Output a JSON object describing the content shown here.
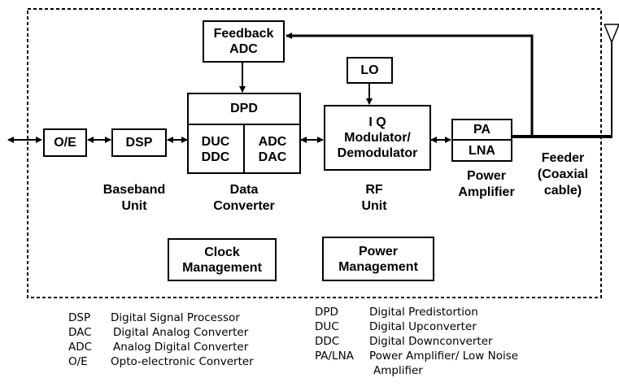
{
  "blocks": {
    "oe": "O/E",
    "dsp": "DSP",
    "feedback_adc": "Feedback\nADC",
    "dpd": "DPD",
    "duc_ddc": "DUC\nDDC",
    "adc_dac": "ADC\nDAC",
    "lo": "LO",
    "iq_modulator": "I Q\nModulator/\nDemodulator",
    "pa": "PA",
    "lna": "LNA",
    "clock_management": "Clock\nManagement",
    "power_management": "Power\nManagement"
  },
  "labels": {
    "baseband_unit": "Baseband\nUnit",
    "data_converter": "Data\nConverter",
    "rf_unit": "RF\nUnit",
    "power_amplifier": "Power\nAmplifier",
    "feeder": "Feeder\n(Coaxial\ncable)"
  },
  "legend_left": [
    {
      "abbr": "DSP",
      "desc": "Digital Signal Processor"
    },
    {
      "abbr": "DAC",
      "desc": "Digital Analog Converter"
    },
    {
      "abbr": "ADC",
      "desc": "Analog Digital Converter"
    },
    {
      "abbr": "O/E",
      "desc": "Opto-electronic Converter"
    }
  ],
  "legend_right": [
    {
      "abbr": "DPD",
      "desc": "Digital Predistortion"
    },
    {
      "abbr": "DUC",
      "desc": "Digital Upconverter"
    },
    {
      "abbr": "DDC",
      "desc": "Digital Downconverter"
    },
    {
      "abbr": "PA/LNA",
      "desc": "Power Amplifier/ Low Noise"
    }
  ],
  "legend_right_continuation": "Amplifier"
}
